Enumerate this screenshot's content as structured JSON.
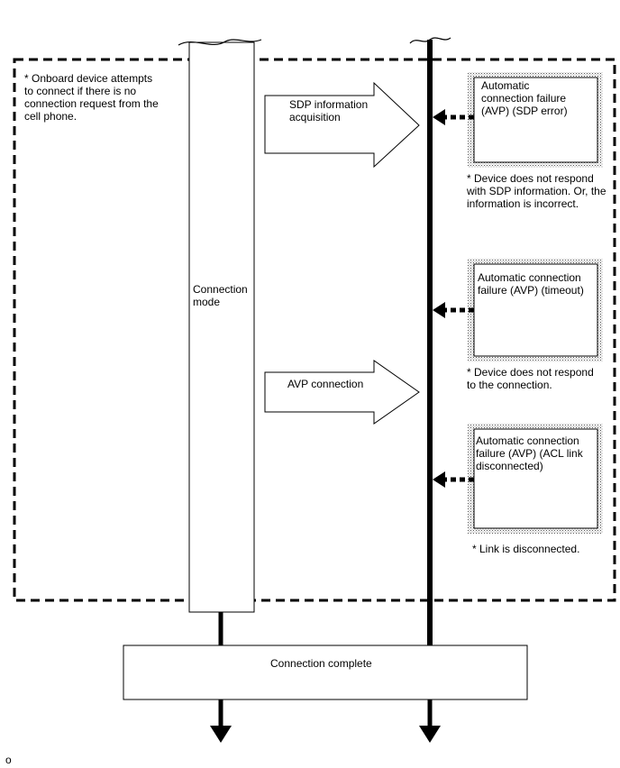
{
  "note_top_left": "* Onboard device attempts\nto connect if there is no\nconnection request from the\ncell phone.",
  "connection_mode_label": "Connection\nmode",
  "arrow_sdp_label": "SDP information\nacquisition",
  "arrow_avp_label": "AVP connection",
  "failures": [
    {
      "title": "Automatic\nconnection failure\n(AVP) (SDP error)",
      "note": "* Device does not respond\nwith SDP information. Or, the\ninformation is incorrect."
    },
    {
      "title": "Automatic connection\nfailure (AVP) (timeout)",
      "note": "* Device does not respond\nto the connection."
    },
    {
      "title": "Automatic connection\nfailure (AVP) (ACL link\ndisconnected)",
      "note": "* Link is disconnected."
    }
  ],
  "connection_complete_label": "Connection complete",
  "corner_mark": "o"
}
